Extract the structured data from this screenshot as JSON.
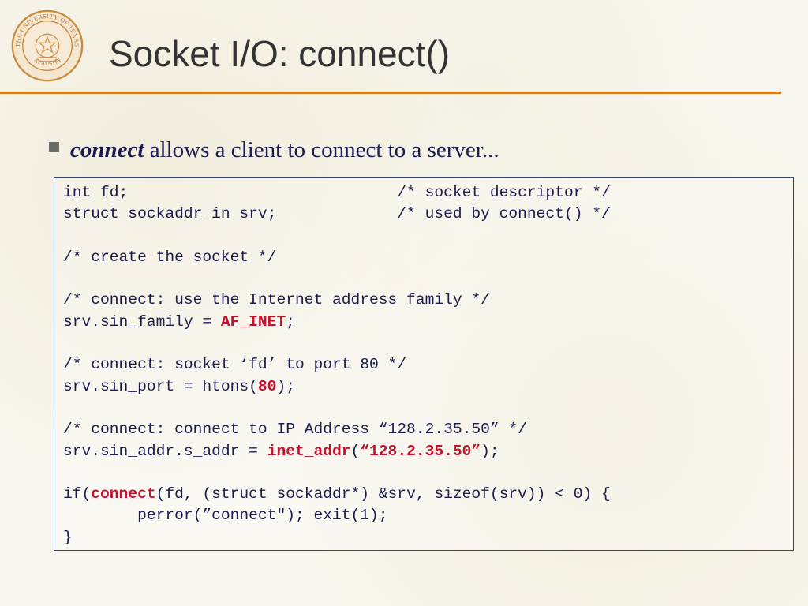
{
  "slide": {
    "title": "Socket I/O: connect()",
    "bullet": {
      "term": "connect",
      "text": " allows a client to connect to a server..."
    }
  },
  "seal": {
    "top_text": "THE UNIVERSITY OF TEXAS",
    "bottom_text": "AT AUSTIN"
  },
  "colors": {
    "accent_rule": "#e07b1a",
    "highlight": "#c8102e",
    "text": "#1a1a50"
  },
  "code": [
    [
      {
        "t": "int fd;                             /* socket descriptor */"
      }
    ],
    [
      {
        "t": "struct sockaddr_in srv;             /* used by connect() */"
      }
    ],
    [],
    [
      {
        "t": "/* create the socket */"
      }
    ],
    [],
    [
      {
        "t": "/* connect: use the Internet address family */"
      }
    ],
    [
      {
        "t": "srv.sin_family = "
      },
      {
        "t": "AF_INET",
        "hl": true
      },
      {
        "t": ";"
      }
    ],
    [],
    [
      {
        "t": "/* connect: socket ‘fd’ to port 80 */"
      }
    ],
    [
      {
        "t": "srv.sin_port = htons("
      },
      {
        "t": "80",
        "hl": true
      },
      {
        "t": ");"
      }
    ],
    [],
    [
      {
        "t": "/* connect: connect to IP Address “128.2.35.50” */"
      }
    ],
    [
      {
        "t": "srv.sin_addr.s_addr = "
      },
      {
        "t": "inet_addr",
        "hl": true
      },
      {
        "t": "("
      },
      {
        "t": "“128.2.35.50”",
        "hl": true
      },
      {
        "t": ");"
      }
    ],
    [],
    [
      {
        "t": "if("
      },
      {
        "t": "connect",
        "hl": true
      },
      {
        "t": "(fd, (struct sockaddr*) &srv, sizeof(srv)) < 0) {"
      }
    ],
    [
      {
        "t": "        perror(”connect\"); exit(1);"
      }
    ],
    [
      {
        "t": "}"
      }
    ]
  ]
}
